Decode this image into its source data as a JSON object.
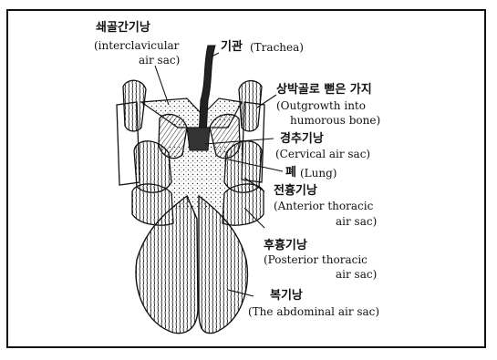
{
  "labels": {
    "interclavicular": {
      "ko": "쇄골간기낭",
      "en1": "(interclavicular",
      "en2": "air sac)"
    },
    "trachea": {
      "ko": "기관",
      "en": "(Trachea)"
    },
    "humerus": {
      "ko": "상박골로 뻗은 가지",
      "en1": "(Outgrowth into",
      "en2": "humorous bone)"
    },
    "cervical": {
      "ko": "경추기낭",
      "en": "(Cervical air sac)"
    },
    "lung": {
      "ko": "폐",
      "en": "(Lung)"
    },
    "anterior": {
      "ko": "전흉기낭",
      "en1": "(Anterior thoracic",
      "en2": "air sac)"
    },
    "posterior": {
      "ko": "후흉기낭",
      "en1": "(Posterior thoracic",
      "en2": "air sac)"
    },
    "abdominal": {
      "ko": "복기낭",
      "en": "(The abdominal air sac)"
    }
  }
}
